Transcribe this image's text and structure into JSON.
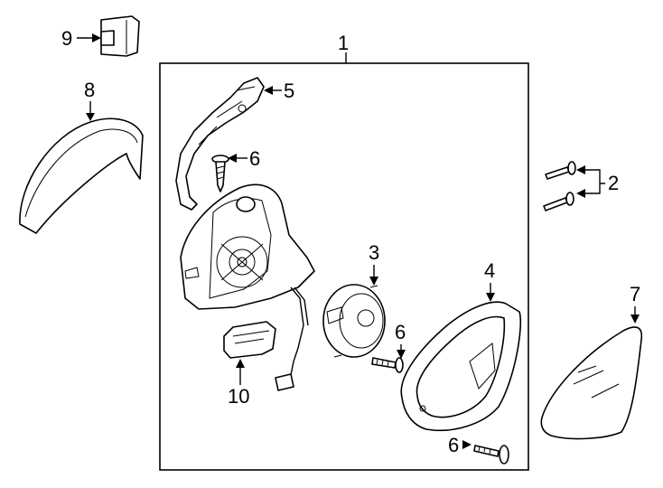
{
  "callouts": {
    "c1": "1",
    "c2": "2",
    "c3": "3",
    "c4": "4",
    "c5": "5",
    "c6a": "6",
    "c6b": "6",
    "c6c": "6",
    "c7": "7",
    "c8": "8",
    "c9": "9",
    "c10": "10"
  },
  "parts": {
    "p1": "mirror-assembly",
    "p2": "mounting-bolts",
    "p3": "motor",
    "p4": "mirror-housing",
    "p5": "turn-signal-lamp",
    "p6": "screws",
    "p7": "mirror-glass",
    "p8": "cover-cap",
    "p9": "clip",
    "p10": "puddle-lamp"
  }
}
